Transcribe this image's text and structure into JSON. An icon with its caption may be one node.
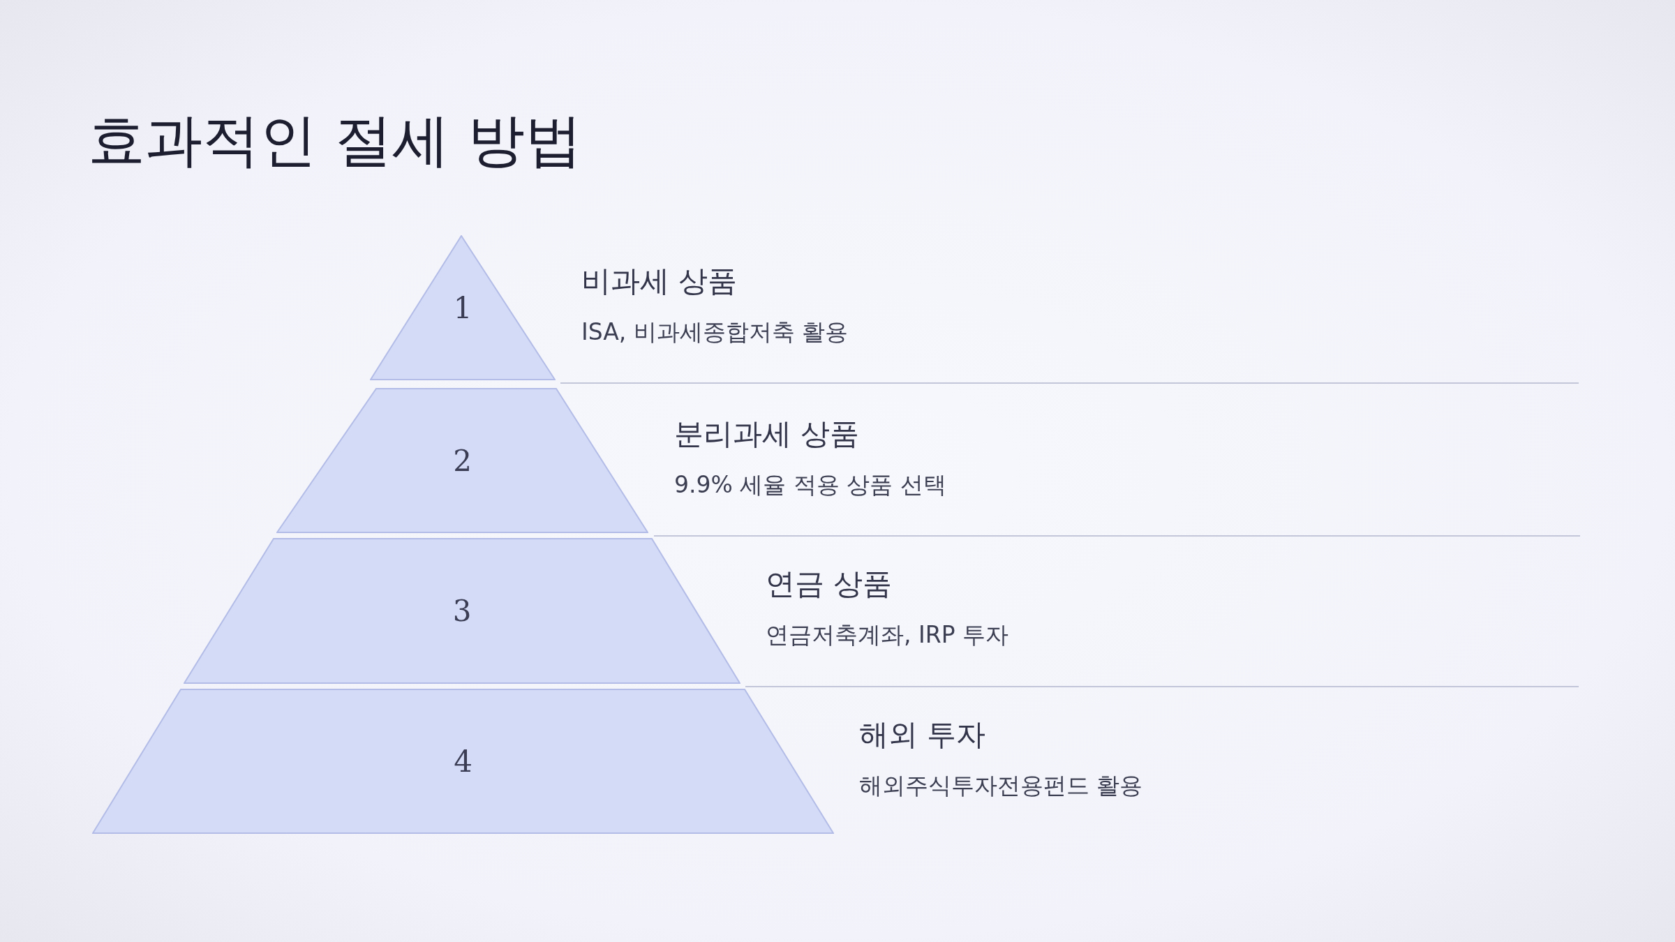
{
  "diagram": {
    "title": "효과적인 절세 방법",
    "nodes": [
      {
        "text": [
          "1"
        ],
        "beside": [
          "비과세 상품",
          "ISA, 비과세종합저축 활용"
        ]
      },
      {
        "text": [
          "2"
        ],
        "beside": [
          "분리과세 상품",
          "9.9% 세율 적용 상품 선택"
        ]
      },
      {
        "text": [
          "3"
        ],
        "beside": [
          "연금 상품",
          "연금저축계좌, IRP 투자"
        ]
      },
      {
        "text": [
          "4"
        ],
        "beside": [
          "해외 투자",
          "해외주식투자전용펀드 활용"
        ]
      }
    ]
  }
}
